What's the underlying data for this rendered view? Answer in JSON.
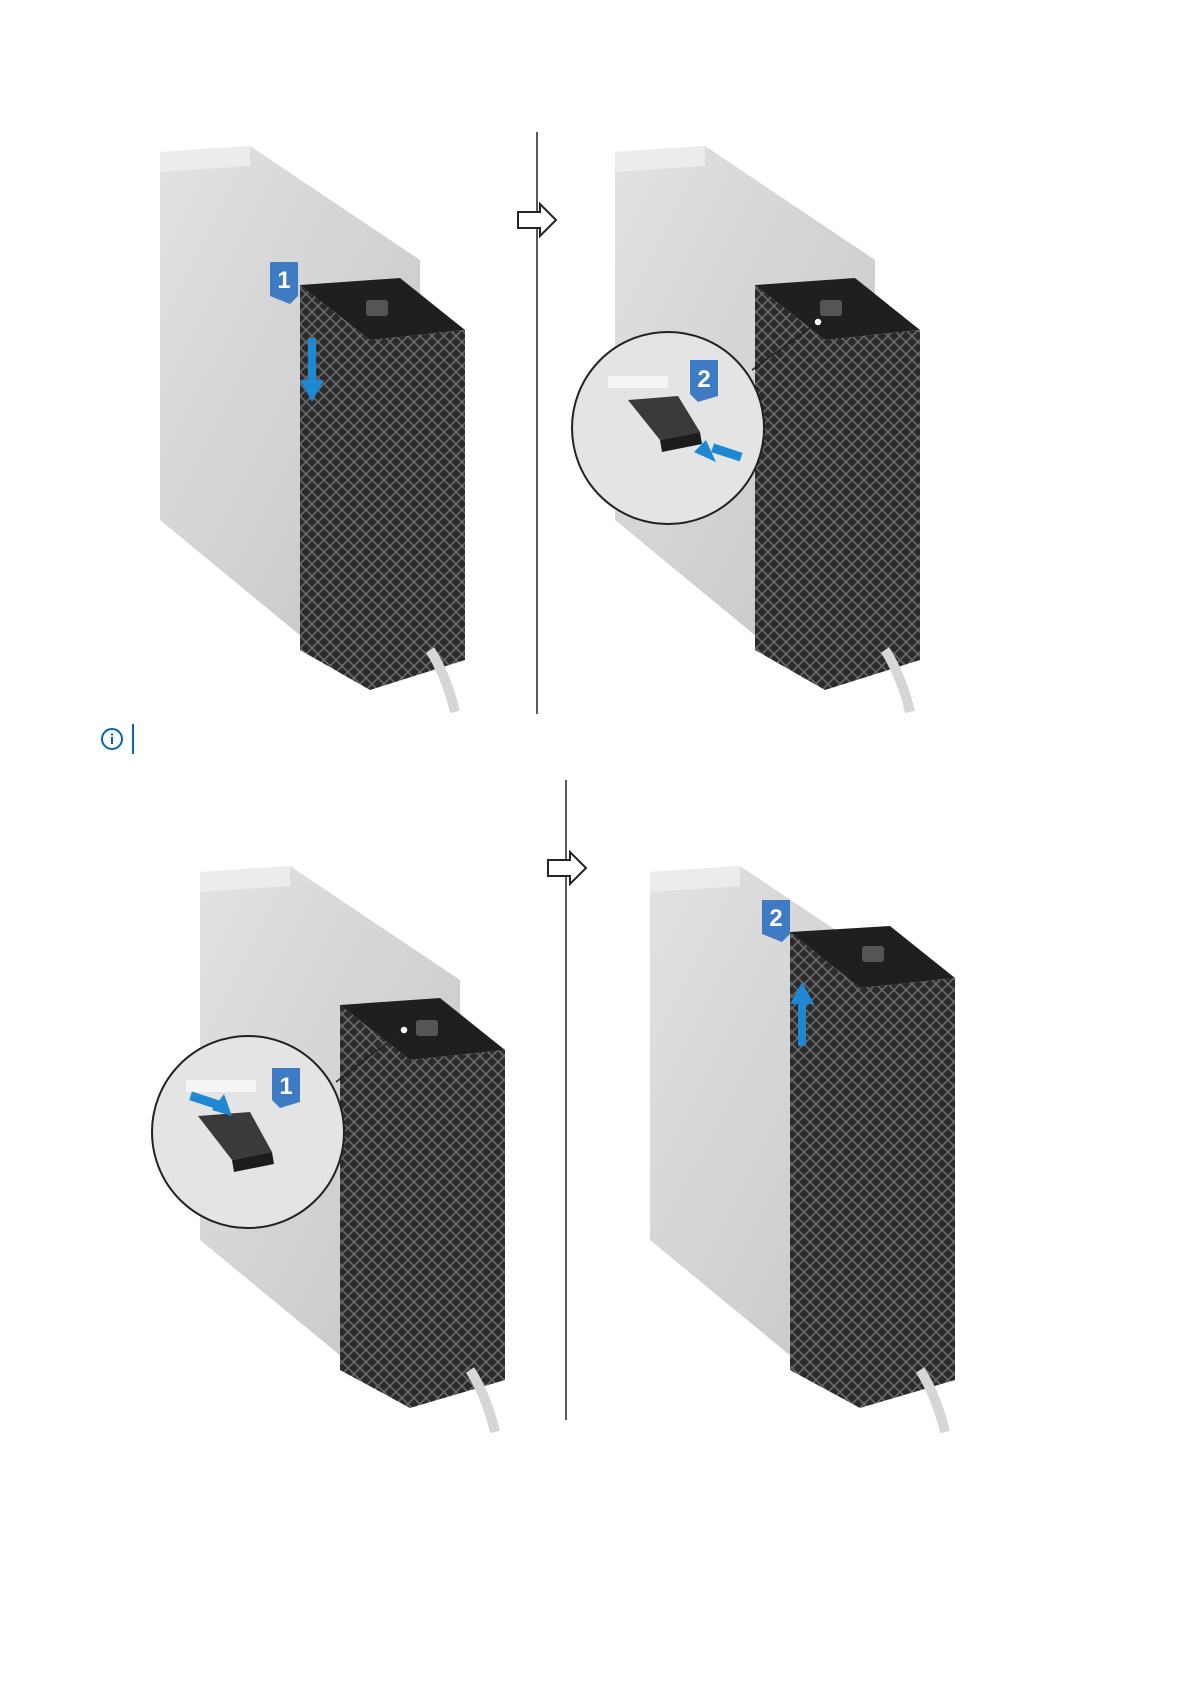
{
  "figure1": {
    "callouts": [
      "1",
      "2"
    ]
  },
  "figure2": {
    "callouts": [
      "1",
      "2"
    ]
  },
  "note": {
    "icon": "info-icon",
    "text": ""
  },
  "colors": {
    "callout_blue": "#3f7bc4",
    "arrow_blue": "#1e88d2",
    "note_blue": "#0067b8",
    "chassis_gray": "#cfcfcf",
    "psu_dark": "#3a3a3a"
  }
}
